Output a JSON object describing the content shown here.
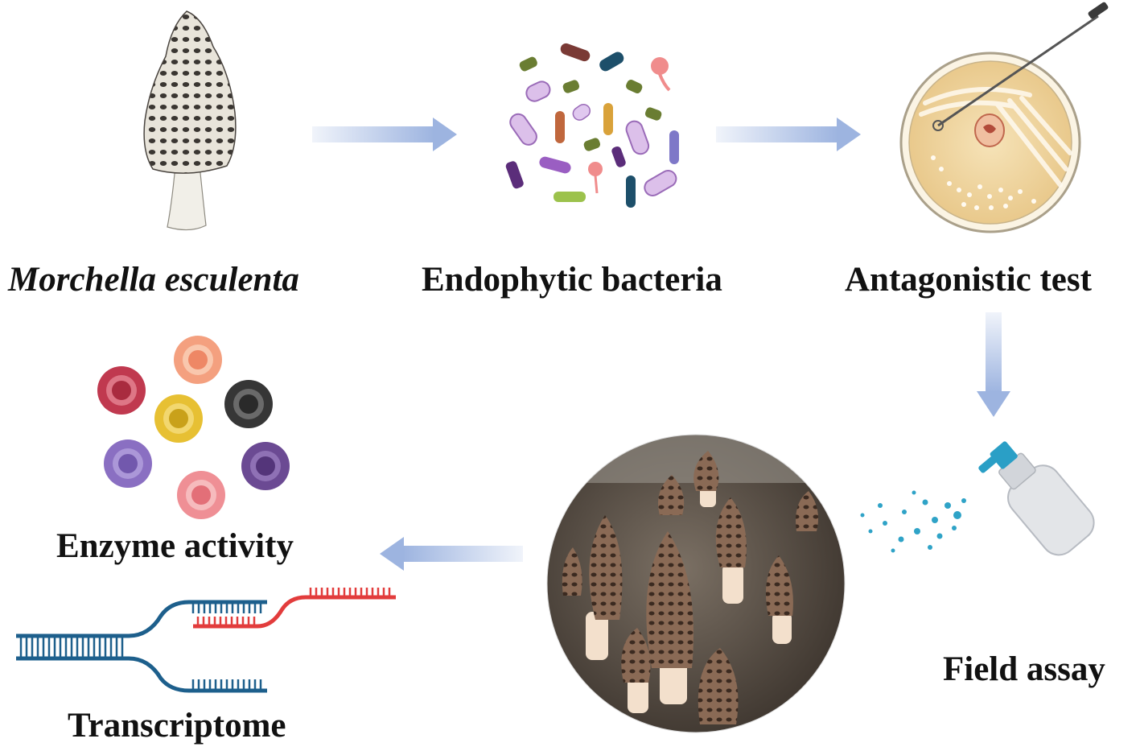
{
  "steps": {
    "morchella": "Morchella esculenta",
    "bacteria": "Endophytic bacteria",
    "antagonistic": "Antagonistic test",
    "field": "Field assay",
    "enzyme": "Enzyme activity",
    "transcriptome": "Transcriptome"
  },
  "colors": {
    "arrow": "#9db4e0",
    "petri_agar": "#f1d9a6",
    "dna_blue": "#1d5f8c",
    "dna_red": "#e23c3c",
    "spray": "#2fa3c7"
  },
  "enzyme_dot_colors": [
    "#f4a07f",
    "#c0394f",
    "#363636",
    "#e7c033",
    "#8a6fc2",
    "#6b4a93",
    "#ef8f95"
  ]
}
